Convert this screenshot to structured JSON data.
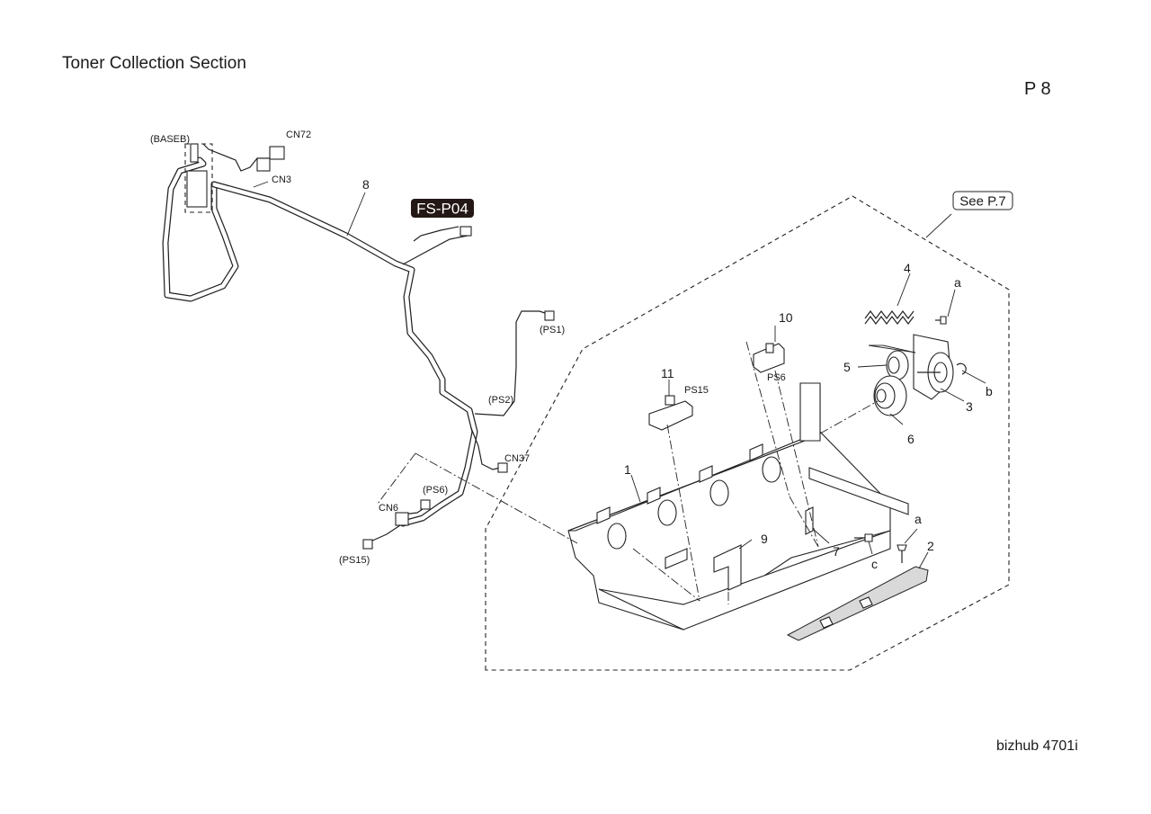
{
  "header": {
    "title": "Toner Collection Section",
    "page_number": "P 8"
  },
  "footer": {
    "model": "bizhub 4701i"
  },
  "badges": {
    "fs_code": "FS-P04",
    "see_ref": "See P.7"
  },
  "part_numbers": [
    "1",
    "2",
    "3",
    "4",
    "5",
    "6",
    "7",
    "8",
    "9",
    "10",
    "11"
  ],
  "screw_labels": {
    "a1": "a",
    "a2": "a",
    "b": "b",
    "c": "c"
  },
  "connectors": {
    "baseb": "(BASEB)",
    "cn72": "CN72",
    "cn3": "CN3",
    "ps1": "(PS1)",
    "ps2": "(PS2)",
    "cn37": "CN37",
    "ps6_wire": "(PS6)",
    "cn6": "CN6",
    "ps15_wire": "(PS15)",
    "ps15_sensor": "PS15",
    "ps6_sensor": "PS6"
  }
}
